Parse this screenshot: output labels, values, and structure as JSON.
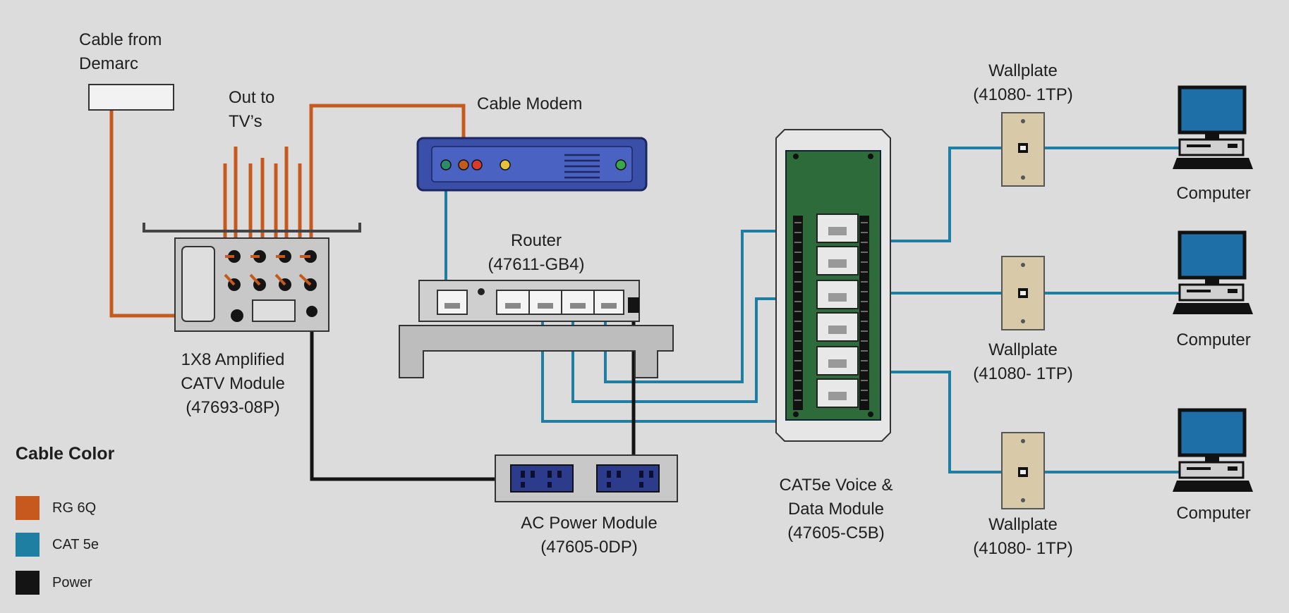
{
  "labels": {
    "demarc": [
      "Cable from",
      "Demarc"
    ],
    "out_tv": [
      "Out to",
      "TV’s"
    ],
    "modem": [
      "Cable Modem"
    ],
    "router": [
      "Router",
      "(47611-GB4)"
    ],
    "catv": [
      "1X8 Amplified",
      "CATV Module",
      "(47693-08P)"
    ],
    "ac_power": [
      "AC Power Module",
      "(47605-0DP)"
    ],
    "cat5e": [
      "CAT5e Voice &",
      "Data Module",
      "(47605-C5B)"
    ],
    "wallplate_1": [
      "Wallplate",
      "(41080- 1TP)"
    ],
    "wallplate_2": [
      "Wallplate",
      "(41080- 1TP)"
    ],
    "wallplate_3": [
      "Wallplate",
      "(41080- 1TP)"
    ],
    "computer_1": [
      "Computer"
    ],
    "computer_2": [
      "Computer"
    ],
    "computer_3": [
      "Computer"
    ]
  },
  "legend": {
    "title": "Cable Color",
    "items": [
      {
        "label": "RG 6Q",
        "color": "#c65a1e"
      },
      {
        "label": "CAT 5e",
        "color": "#1f7fa3"
      },
      {
        "label": "Power",
        "color": "#141414"
      }
    ]
  },
  "colors": {
    "rg6": "#c65a1e",
    "cat5": "#1f7fa3",
    "power": "#141414",
    "modem_blue": "#3a4fa8",
    "panel_green": "#2d6b3a",
    "outlet_blue": "#2c3b8c",
    "wallplate": "#d8c9a8",
    "monitor_blue": "#1e6fa8"
  }
}
